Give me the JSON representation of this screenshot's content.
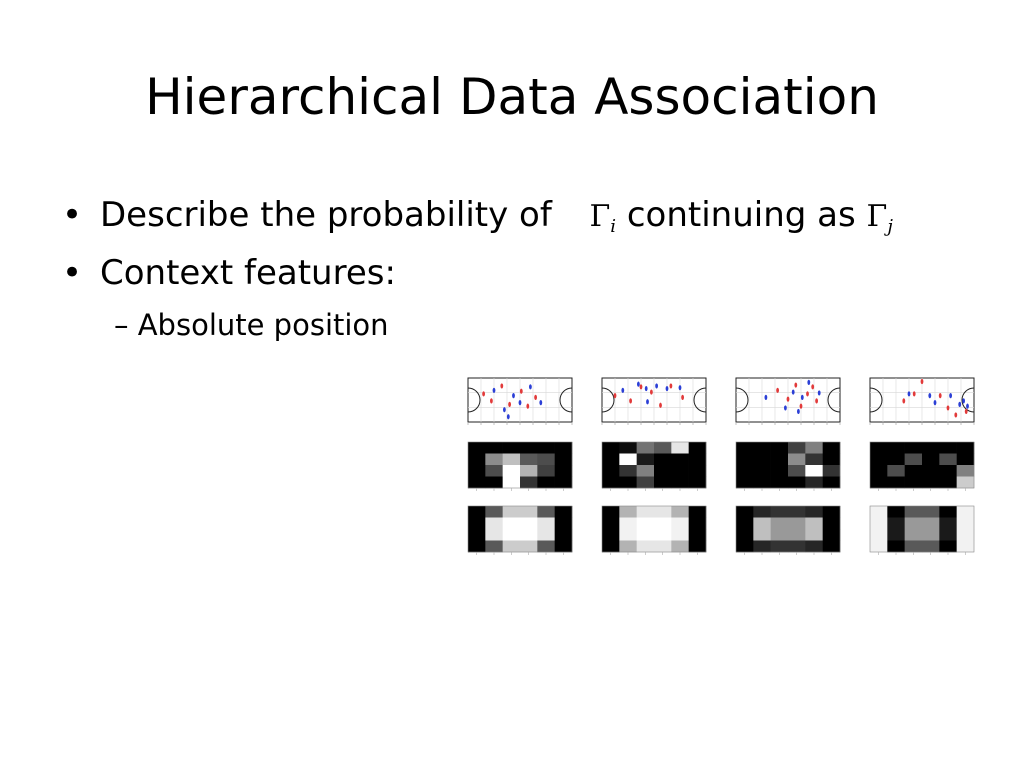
{
  "slide": {
    "title": "Hierarchical Data Association",
    "bullets": [
      {
        "text_before": "Describe the probability of",
        "symbol_1": "Γ",
        "sub_1": "i",
        "text_middle": "continuing as",
        "symbol_2": "Γ",
        "sub_2": "j"
      },
      {
        "text": "Context features:"
      }
    ],
    "sub_bullets": [
      {
        "dash": "–",
        "text": "Absolute position"
      }
    ],
    "bullet_char": "•"
  },
  "figure": {
    "columns": 4,
    "court_plots": [
      {
        "red": [
          [
            1.2,
            3.2
          ],
          [
            1.8,
            2.4
          ],
          [
            2.6,
            4.1
          ],
          [
            3.2,
            2.0
          ],
          [
            4.1,
            3.5
          ],
          [
            4.6,
            1.8
          ],
          [
            5.2,
            2.8
          ]
        ],
        "blue": [
          [
            2.0,
            3.6
          ],
          [
            2.8,
            1.4
          ],
          [
            3.5,
            3.0
          ],
          [
            4.0,
            2.2
          ],
          [
            4.8,
            4.0
          ],
          [
            5.6,
            2.2
          ],
          [
            3.1,
            0.6
          ]
        ]
      },
      {
        "red": [
          [
            1.0,
            3.0
          ],
          [
            2.2,
            2.4
          ],
          [
            3.0,
            4.0
          ],
          [
            3.8,
            3.4
          ],
          [
            4.5,
            1.9
          ],
          [
            5.3,
            4.1
          ],
          [
            6.2,
            2.8
          ]
        ],
        "blue": [
          [
            2.8,
            4.3
          ],
          [
            3.4,
            3.8
          ],
          [
            4.2,
            4.1
          ],
          [
            5.0,
            3.8
          ],
          [
            3.5,
            2.3
          ],
          [
            6.0,
            3.9
          ],
          [
            1.6,
            3.6
          ]
        ]
      },
      {
        "red": [
          [
            5.0,
            1.8
          ],
          [
            5.5,
            3.2
          ],
          [
            6.2,
            2.4
          ],
          [
            4.6,
            4.2
          ],
          [
            3.2,
            3.6
          ],
          [
            5.9,
            4.0
          ],
          [
            4.0,
            2.6
          ]
        ],
        "blue": [
          [
            4.4,
            3.4
          ],
          [
            5.1,
            2.8
          ],
          [
            3.8,
            1.6
          ],
          [
            6.4,
            3.3
          ],
          [
            4.8,
            1.2
          ],
          [
            5.6,
            4.5
          ],
          [
            2.3,
            2.8
          ]
        ]
      },
      {
        "red": [
          [
            4.0,
            4.6
          ],
          [
            6.0,
            1.6
          ],
          [
            6.6,
            0.8
          ],
          [
            2.6,
            2.4
          ],
          [
            3.4,
            3.2
          ],
          [
            5.4,
            3.0
          ],
          [
            7.4,
            1.2
          ]
        ],
        "blue": [
          [
            4.6,
            3.0
          ],
          [
            6.2,
            3.0
          ],
          [
            6.9,
            2.0
          ],
          [
            3.0,
            3.2
          ],
          [
            7.2,
            2.4
          ],
          [
            5.0,
            2.2
          ],
          [
            7.5,
            1.8
          ]
        ]
      }
    ],
    "heatmaps_top": [
      [
        [
          0.0,
          0.0,
          0.0,
          0.0,
          0.0,
          0.0
        ],
        [
          0.0,
          0.55,
          0.75,
          0.35,
          0.3,
          0.0
        ],
        [
          0.0,
          0.3,
          1.0,
          0.7,
          0.25,
          0.0
        ],
        [
          0.0,
          0.0,
          1.0,
          0.2,
          0.0,
          0.0
        ]
      ],
      [
        [
          0.0,
          0.05,
          0.45,
          0.35,
          0.9,
          0.0
        ],
        [
          0.0,
          1.0,
          0.1,
          0.0,
          0.0,
          0.0
        ],
        [
          0.0,
          0.2,
          0.5,
          0.0,
          0.0,
          0.0
        ],
        [
          0.0,
          0.0,
          0.25,
          0.0,
          0.0,
          0.0
        ]
      ],
      [
        [
          0.0,
          0.0,
          0.0,
          0.25,
          0.5,
          0.0
        ],
        [
          0.0,
          0.0,
          0.0,
          0.55,
          0.2,
          0.0
        ],
        [
          0.0,
          0.0,
          0.0,
          0.3,
          1.0,
          0.2
        ],
        [
          0.0,
          0.0,
          0.0,
          0.0,
          0.15,
          0.0
        ]
      ],
      [
        [
          0.0,
          0.0,
          0.0,
          0.0,
          0.0,
          0.0
        ],
        [
          0.0,
          0.0,
          0.3,
          0.0,
          0.3,
          0.0
        ],
        [
          0.0,
          0.3,
          0.0,
          0.0,
          0.0,
          0.5
        ],
        [
          0.0,
          0.0,
          0.0,
          0.0,
          0.0,
          0.8
        ]
      ]
    ],
    "heatmaps_bottom": [
      [
        [
          0.0,
          0.35,
          0.8,
          0.8,
          0.35,
          0.0
        ],
        [
          0.0,
          0.9,
          1.0,
          1.0,
          0.9,
          0.0
        ],
        [
          0.0,
          0.9,
          1.0,
          1.0,
          0.9,
          0.0
        ],
        [
          0.0,
          0.35,
          0.8,
          0.8,
          0.35,
          0.0
        ]
      ],
      [
        [
          0.0,
          0.7,
          0.9,
          0.9,
          0.7,
          0.0
        ],
        [
          0.0,
          0.95,
          1.0,
          1.0,
          0.95,
          0.0
        ],
        [
          0.0,
          0.95,
          1.0,
          1.0,
          0.95,
          0.0
        ],
        [
          0.0,
          0.7,
          0.9,
          0.9,
          0.7,
          0.0
        ]
      ],
      [
        [
          0.0,
          0.15,
          0.2,
          0.2,
          0.15,
          0.0
        ],
        [
          0.0,
          0.75,
          0.6,
          0.6,
          0.75,
          0.0
        ],
        [
          0.0,
          0.75,
          0.6,
          0.6,
          0.75,
          0.0
        ],
        [
          0.0,
          0.15,
          0.2,
          0.2,
          0.15,
          0.0
        ]
      ],
      [
        [
          0.95,
          0.0,
          0.35,
          0.35,
          0.0,
          0.95
        ],
        [
          0.95,
          0.1,
          0.6,
          0.6,
          0.1,
          0.95
        ],
        [
          0.95,
          0.1,
          0.6,
          0.6,
          0.1,
          0.95
        ],
        [
          0.95,
          0.0,
          0.35,
          0.35,
          0.0,
          0.95
        ]
      ]
    ],
    "colors": {
      "red": "#e23a3a",
      "blue": "#2b3fd6",
      "court_line": "#222222"
    }
  }
}
